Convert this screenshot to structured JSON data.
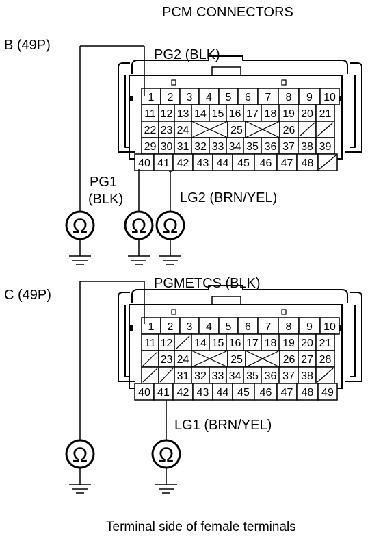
{
  "title": "PCM CONNECTORS",
  "footer": "Terminal side of female terminals",
  "connector_b": {
    "name": "B (49P)",
    "top_label": "PG2 (BLK)",
    "left_label_line1": "PG1",
    "left_label_line2": "(BLK)",
    "right_label": "LG2 (BRN/YEL)",
    "meters": [
      {
        "icon": "ohmmeter-icon",
        "symbol": "Ω"
      },
      {
        "icon": "ohmmeter-icon",
        "symbol": "Ω"
      },
      {
        "icon": "ohmmeter-icon",
        "symbol": "Ω"
      }
    ],
    "rows": [
      [
        "1",
        "2",
        "3",
        "4",
        "5",
        "6",
        "7",
        "8",
        "9",
        "10"
      ],
      [
        "11",
        "12",
        "13",
        "14",
        "15",
        "16",
        "17",
        "18",
        "19",
        "20",
        "21"
      ],
      [
        "22",
        "23",
        "24",
        "X",
        "25",
        "X",
        "26",
        "/",
        "/"
      ],
      [
        "29",
        "30",
        "31",
        "32",
        "33",
        "34",
        "35",
        "36",
        "37",
        "38",
        "39"
      ],
      [
        "40",
        "41",
        "42",
        "43",
        "44",
        "45",
        "46",
        "47",
        "48",
        "/"
      ]
    ]
  },
  "connector_c": {
    "name": "C (49P)",
    "top_label": "PGMETCS (BLK)",
    "right_label": "LG1 (BRN/YEL)",
    "meters": [
      {
        "icon": "ohmmeter-icon",
        "symbol": "Ω"
      },
      {
        "icon": "ohmmeter-icon",
        "symbol": "Ω"
      }
    ],
    "rows": [
      [
        "1",
        "2",
        "3",
        "4",
        "5",
        "6",
        "7",
        "8",
        "9",
        "10"
      ],
      [
        "11",
        "12",
        "/",
        "14",
        "15",
        "16",
        "17",
        "18",
        "19",
        "20",
        "21"
      ],
      [
        "/",
        "23",
        "24",
        "X",
        "25",
        "X",
        "26",
        "27",
        "28"
      ],
      [
        "/",
        "/",
        "31",
        "32",
        "33",
        "34",
        "35",
        "36",
        "37",
        "38",
        "/"
      ],
      [
        "40",
        "41",
        "42",
        "43",
        "44",
        "45",
        "46",
        "47",
        "48",
        "49"
      ]
    ]
  },
  "colors": {
    "line": "#000000",
    "background": "#ffffff"
  }
}
